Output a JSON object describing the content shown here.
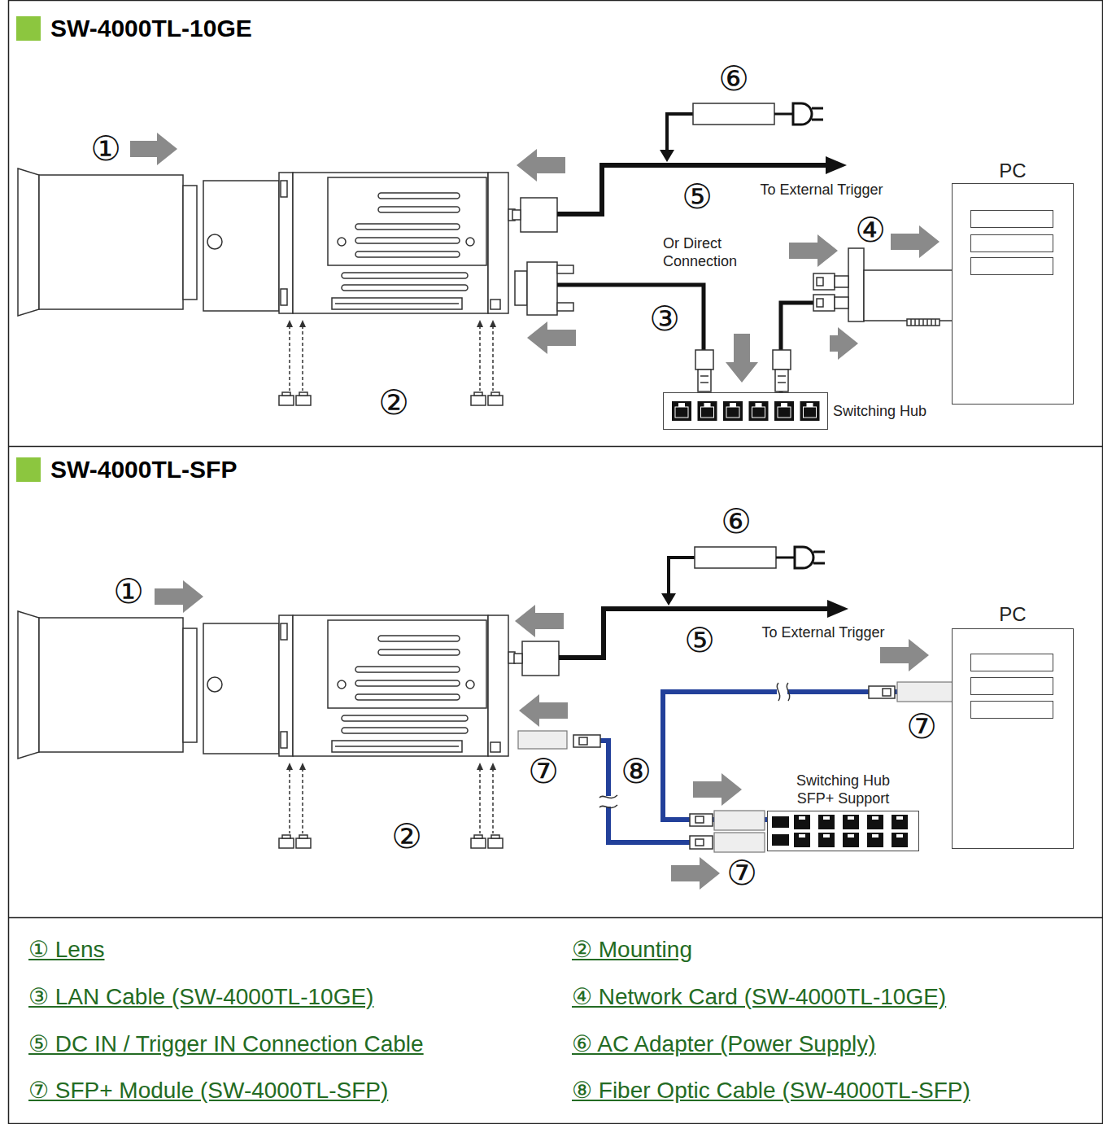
{
  "diagram": {
    "nodes": [
      {
        "text": [
          "SW-4000TL-10GE"
        ]
      },
      {
        "text": [
          "PC"
        ],
        "in": 0
      },
      {
        "text": [
          "Switching Hub"
        ],
        "in": 0
      },
      {
        "text": [
          "SW-4000TL-SFP"
        ]
      },
      {
        "text": [
          "PC"
        ],
        "in": 3
      },
      {
        "text": [
          "Switching Hub SFP+ Support"
        ],
        "in": 3
      }
    ],
    "edges": [
      {
        "from": 2,
        "to": 1,
        "arrow": "none"
      },
      {
        "from": 5,
        "to": 4,
        "arrow": "none"
      }
    ],
    "labels": [
      "①",
      "⑥",
      "⑤",
      "To External Trigger",
      "Or Direct Connection",
      "④",
      "③",
      "②",
      "⑥",
      "①",
      "⑤",
      "To External Trigger",
      "⑦",
      "⑧",
      "⑦",
      "②",
      "⑦",
      "① Lens",
      "② Mounting",
      "③ LAN Cable (SW-4000TL-10GE)",
      "④ Network Card (SW-4000TL-10GE)",
      "⑤ DC IN / Trigger IN Connection Cable",
      "⑥ AC Adapter (Power Supply)",
      "⑦ SFP+ Module (SW-4000TL-SFP)",
      "⑧ Fiber Optic Cable (SW-4000TL-SFP)"
    ]
  }
}
